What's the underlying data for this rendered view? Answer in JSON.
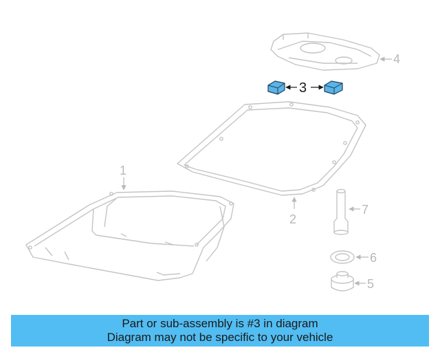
{
  "diagram": {
    "callouts": {
      "c1": "1",
      "c2": "2",
      "c3": "3",
      "c4": "4",
      "c5": "5",
      "c6": "6",
      "c7": "7"
    },
    "highlighted_part": "3"
  },
  "banner": {
    "line1": "Part or sub-assembly is #3 in diagram",
    "line2": "Diagram may not be specific to your vehicle",
    "color": "#52bdf2"
  },
  "colors": {
    "line_art": "#c4c4c4",
    "highlight_fill": "#5ab4e6",
    "highlight_stroke": "#1f3f5a"
  }
}
